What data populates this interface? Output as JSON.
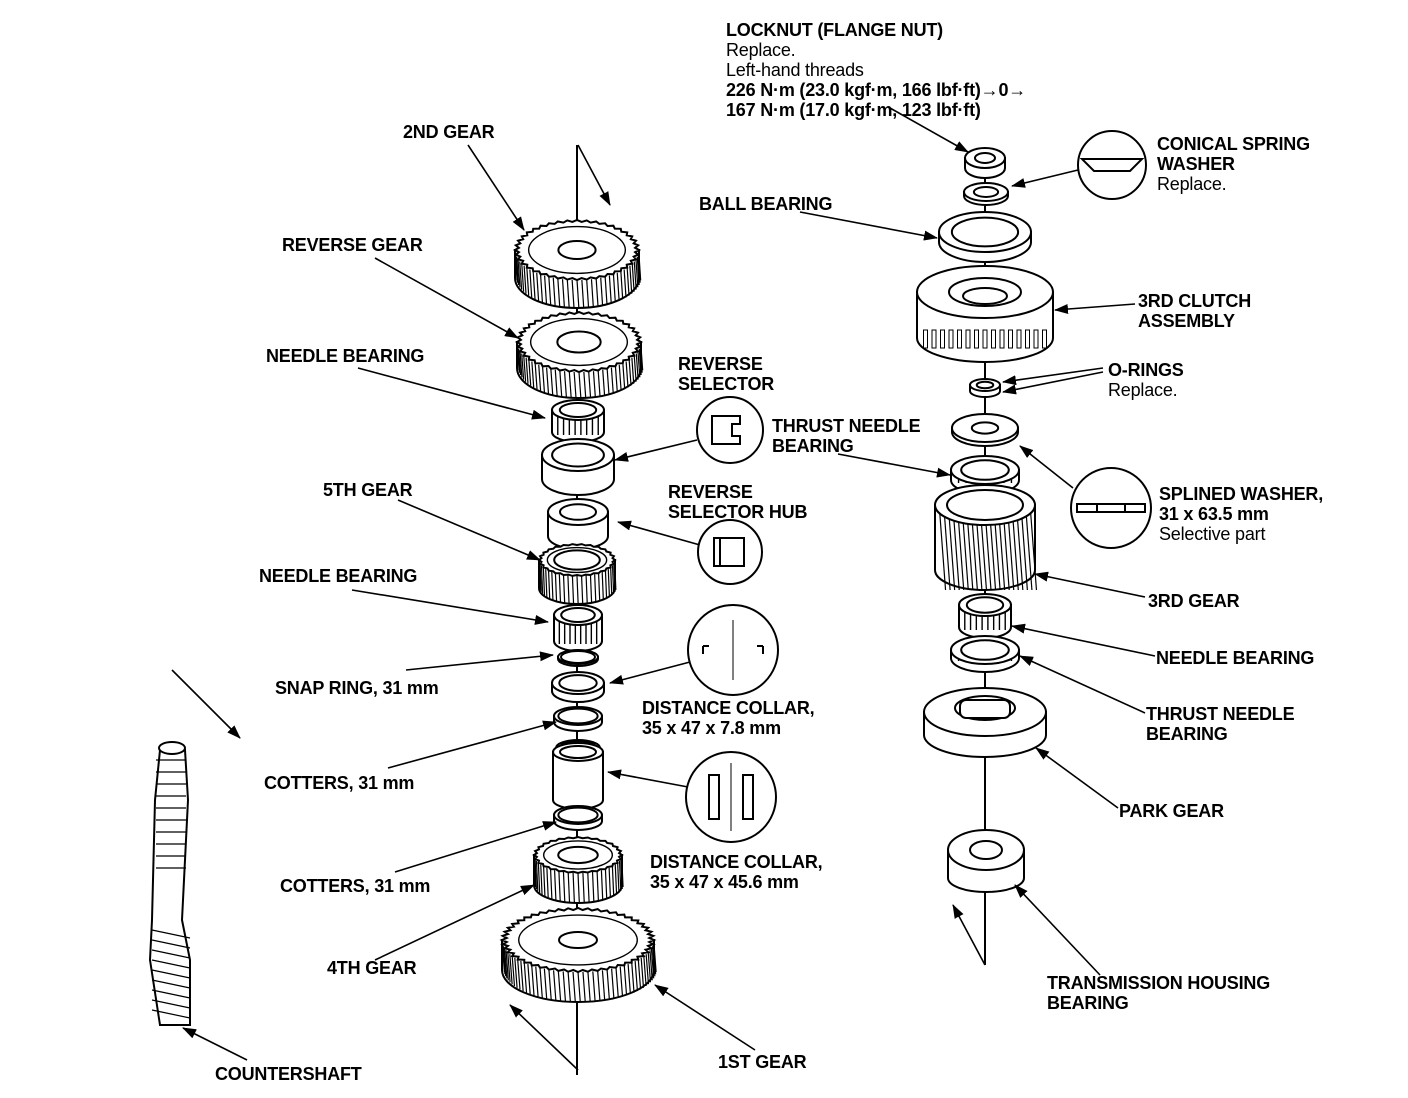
{
  "labels": {
    "locknut": {
      "title": "LOCKNUT (FLANGE NUT)",
      "l1": "Replace.",
      "l2": "Left-hand threads",
      "l3": "226 N·m (23.0 kgf·m, 166 lbf·ft)→0→",
      "l4": "167 N·m (17.0 kgf·m, 123 lbf·ft)"
    },
    "second_gear": "2ND GEAR",
    "reverse_gear": "REVERSE GEAR",
    "needle_bearing_1": "NEEDLE BEARING",
    "reverse_selector": {
      "l1": "REVERSE",
      "l2": "SELECTOR"
    },
    "thrust_needle_bearing_1": {
      "l1": "THRUST NEEDLE",
      "l2": "BEARING"
    },
    "fifth_gear": "5TH GEAR",
    "reverse_selector_hub": {
      "l1": "REVERSE",
      "l2": "SELECTOR HUB"
    },
    "needle_bearing_2": "NEEDLE BEARING",
    "snap_ring": "SNAP RING, 31 mm",
    "distance_collar_1": {
      "l1": "DISTANCE COLLAR,",
      "l2": "35 x 47 x 7.8 mm"
    },
    "cotters_1": "COTTERS, 31 mm",
    "distance_collar_2": {
      "l1": "DISTANCE COLLAR,",
      "l2": "35 x 47 x 45.6 mm"
    },
    "cotters_2": "COTTERS, 31 mm",
    "fourth_gear": "4TH GEAR",
    "countershaft": "COUNTERSHAFT",
    "first_gear": "1ST GEAR",
    "conical_spring_washer": {
      "l1": "CONICAL SPRING",
      "l2": "WASHER",
      "l3": "Replace."
    },
    "ball_bearing": "BALL BEARING",
    "third_clutch": {
      "l1": "3RD CLUTCH",
      "l2": "ASSEMBLY"
    },
    "o_rings": {
      "l1": "O-RINGS",
      "l2": "Replace."
    },
    "splined_washer": {
      "l1": "SPLINED WASHER,",
      "l2": "31 x 63.5 mm",
      "l3": "Selective part"
    },
    "third_gear": "3RD GEAR",
    "needle_bearing_3": "NEEDLE BEARING",
    "thrust_needle_bearing_2": {
      "l1": "THRUST NEEDLE",
      "l2": "BEARING"
    },
    "park_gear": "PARK GEAR",
    "transmission_housing_bearing": {
      "l1": "TRANSMISSION HOUSING",
      "l2": "BEARING"
    }
  }
}
